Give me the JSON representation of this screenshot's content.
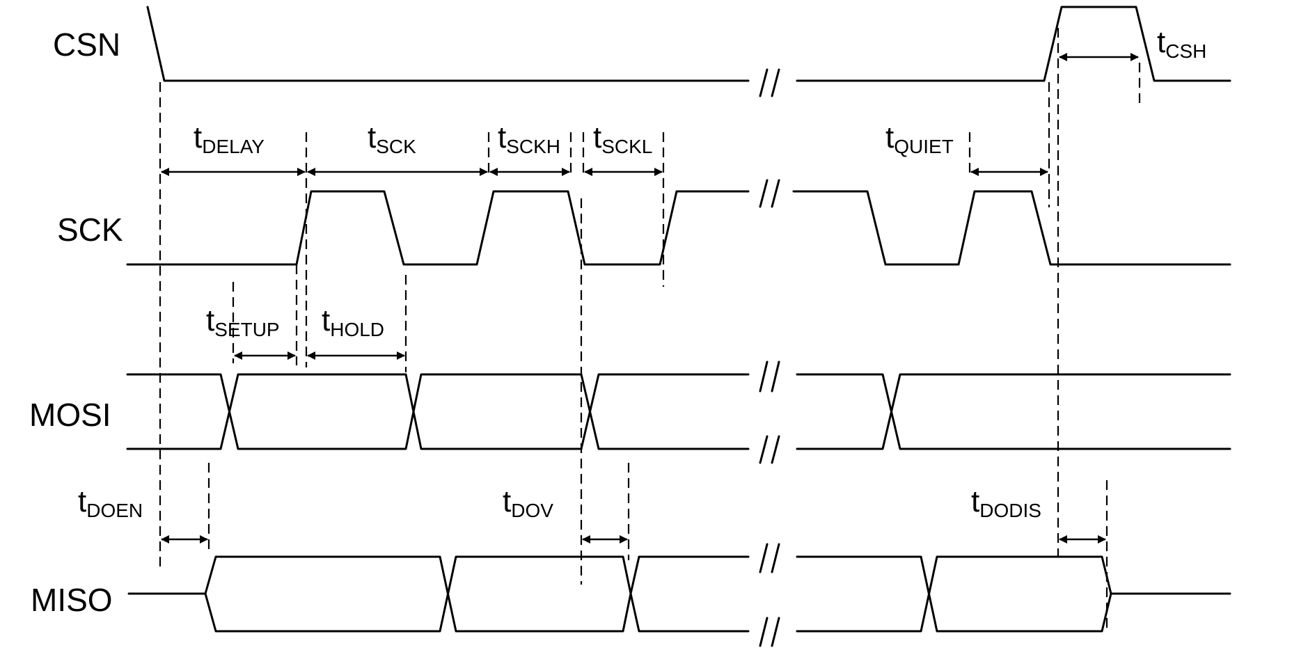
{
  "signals": {
    "csn": "CSN",
    "sck": "SCK",
    "mosi": "MOSI",
    "miso": "MISO"
  },
  "timings": {
    "t_delay": {
      "main": "t",
      "sub": "DELAY"
    },
    "t_sck": {
      "main": "t",
      "sub": "SCK"
    },
    "t_sckh": {
      "main": "t",
      "sub": "SCKH"
    },
    "t_sckl": {
      "main": "t",
      "sub": "SCKL"
    },
    "t_quiet": {
      "main": "t",
      "sub": "QUIET"
    },
    "t_csh": {
      "main": "t",
      "sub": "CSH"
    },
    "t_setup": {
      "main": "t",
      "sub": "SETUP"
    },
    "t_hold": {
      "main": "t",
      "sub": "HOLD"
    },
    "t_doen": {
      "main": "t",
      "sub": "DOEN"
    },
    "t_dov": {
      "main": "t",
      "sub": "DOV"
    },
    "t_dodis": {
      "main": "t",
      "sub": "DODIS"
    }
  },
  "break_mark": "//"
}
